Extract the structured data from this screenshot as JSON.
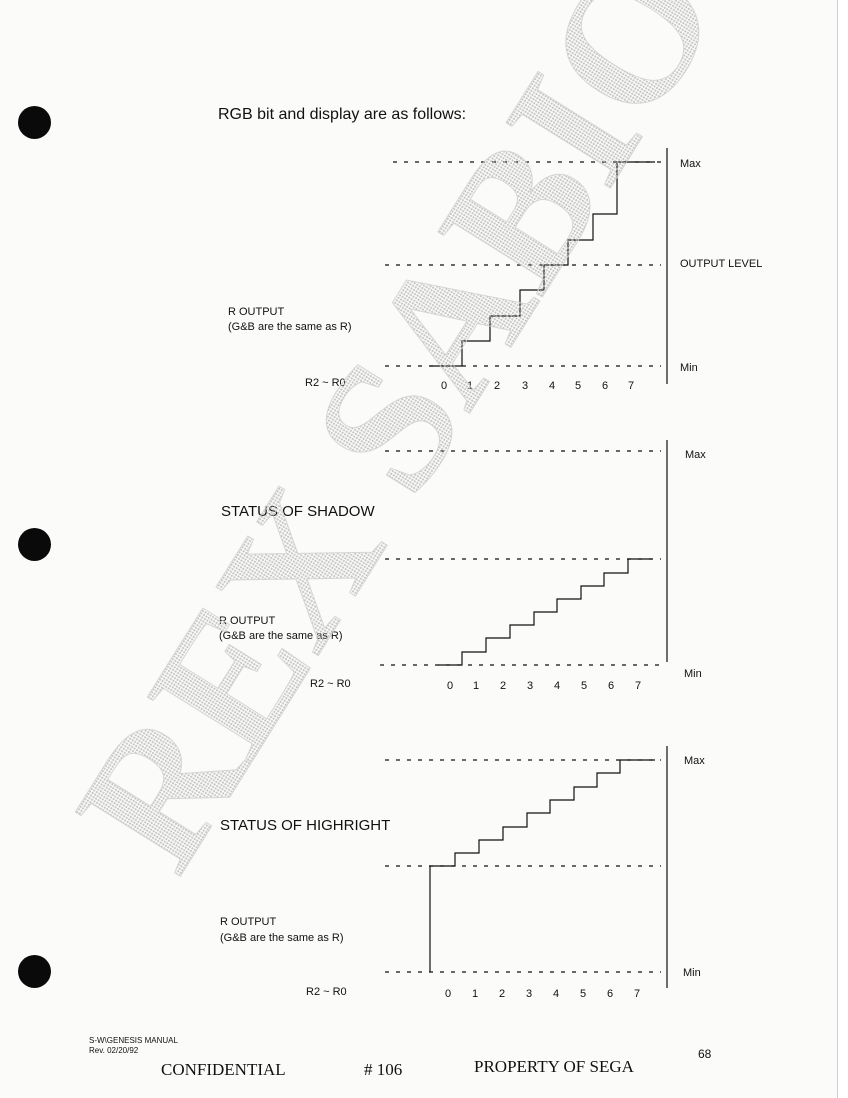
{
  "intro_heading": "RGB bit and display are as follows:",
  "graph1": {
    "max_label": "Max",
    "output_level_label": "OUTPUT LEVEL",
    "min_label": "Min",
    "r_output": "R OUTPUT",
    "gb_note": "(G&B are the same as R)",
    "r_range": "R2 ~ R0",
    "steps": [
      "0",
      "1",
      "2",
      "3",
      "4",
      "5",
      "6",
      "7"
    ]
  },
  "graph2": {
    "title": "STATUS OF SHADOW",
    "max_label": "Max",
    "min_label": "Min",
    "r_output": "R OUTPUT",
    "gb_note": "(G&B are the same as R)",
    "r_range": "R2 ~ R0",
    "steps": [
      "0",
      "1",
      "2",
      "3",
      "4",
      "5",
      "6",
      "7"
    ]
  },
  "graph3": {
    "title": "STATUS OF HIGHRIGHT",
    "max_label": "Max",
    "min_label": "Min",
    "r_output": "R OUTPUT",
    "gb_note": "(G&B are the same as R)",
    "r_range": "R2 ~ R0",
    "steps": [
      "0",
      "1",
      "2",
      "3",
      "4",
      "5",
      "6",
      "7"
    ]
  },
  "footer": {
    "manual": "S-W\\GENESIS MANUAL",
    "rev": "Rev. 02/20/92",
    "confidential": "CONFIDENTIAL",
    "doc_number": "# 106",
    "property": "PROPERTY OF SEGA",
    "page_number": "68"
  },
  "watermark_text": "REX SABIO",
  "colors": {
    "ink": "#111111",
    "hole": "#0a0a0a",
    "watermark": "#c8c8c8",
    "paper": "#fbfbf9"
  }
}
